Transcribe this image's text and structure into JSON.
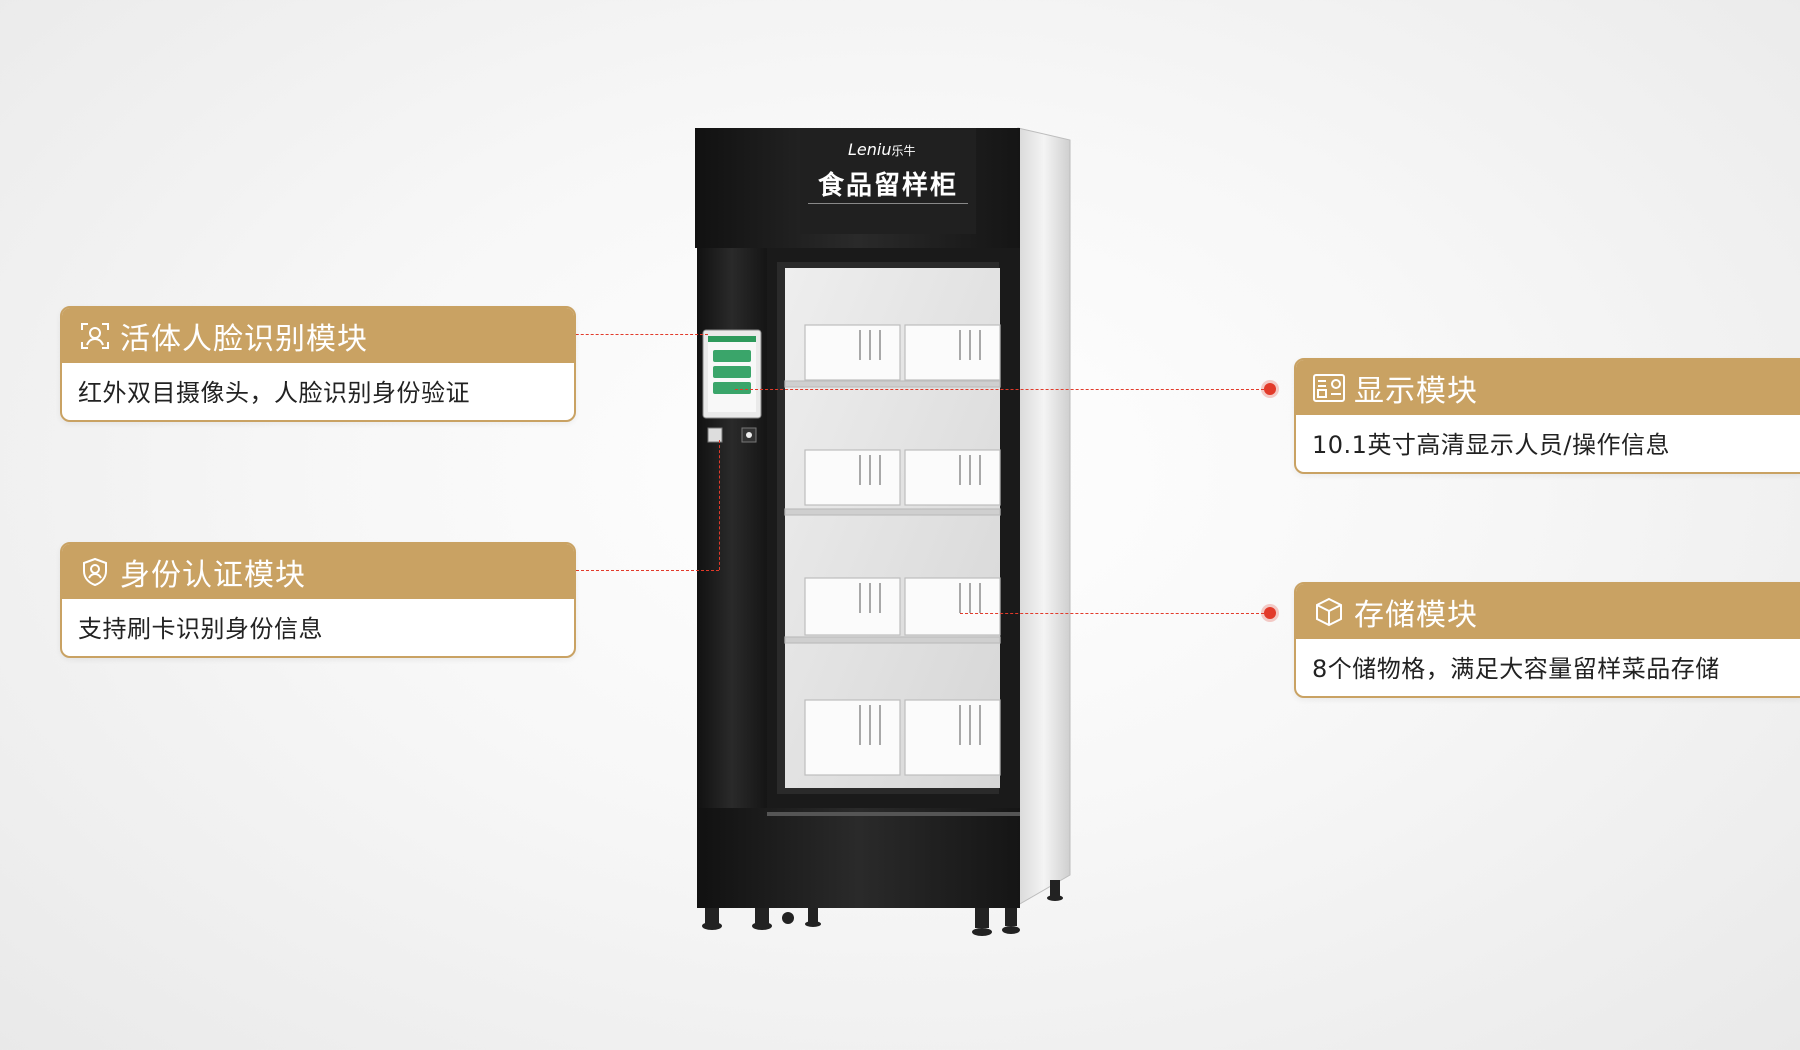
{
  "product": {
    "brand_logo": "Leniu",
    "brand_logo_cn": "乐牛",
    "cabinet_title": "食品留样柜",
    "shelf_count": 4
  },
  "callouts": {
    "face": {
      "title": "活体人脸识别模块",
      "desc": "红外双目摄像头，人脸识别身份验证",
      "icon": "face-scan-icon"
    },
    "id": {
      "title": "身份认证模块",
      "desc": "支持刷卡识别身份信息",
      "icon": "id-shield-icon"
    },
    "display": {
      "title": "显示模块",
      "desc": "10.1英寸高清显示人员/操作信息",
      "icon": "display-panel-icon"
    },
    "storage": {
      "title": "存储模块",
      "desc": "8个储物格，满足大容量留样菜品存储",
      "icon": "box-icon"
    }
  },
  "colors": {
    "accent": "#c9a263",
    "connector": "#e23a2a",
    "cabinet_body": "#1b1b1b",
    "screen_green": "#2e9a5c"
  }
}
